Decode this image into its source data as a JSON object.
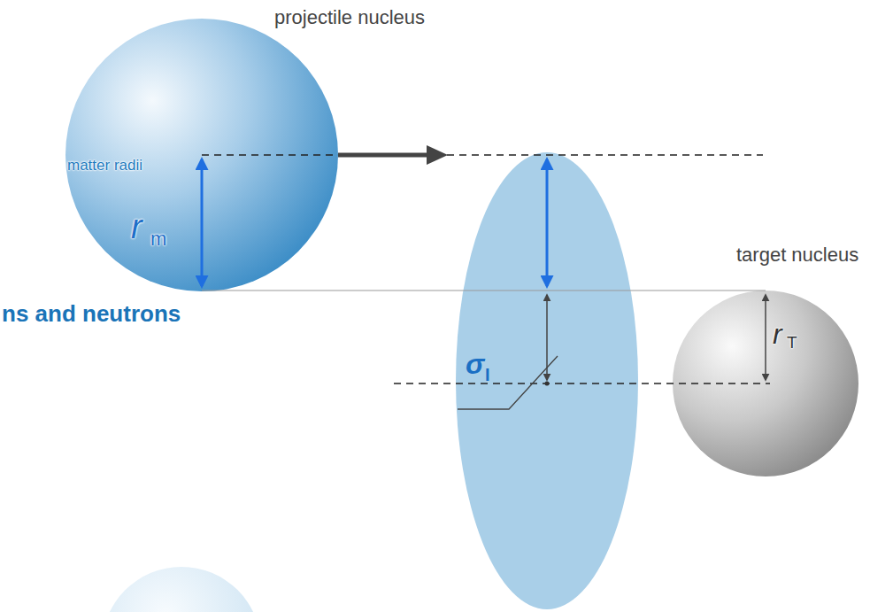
{
  "diagram": {
    "nodes": [
      {
        "text": [
          "projectile nucleus",
          "matter radii"
        ]
      },
      {
        "text": [
          "target nucleus"
        ]
      }
    ],
    "labels": [
      "r",
      "m",
      "ns and neutrons",
      "r",
      "T",
      "σ",
      "I"
    ]
  }
}
